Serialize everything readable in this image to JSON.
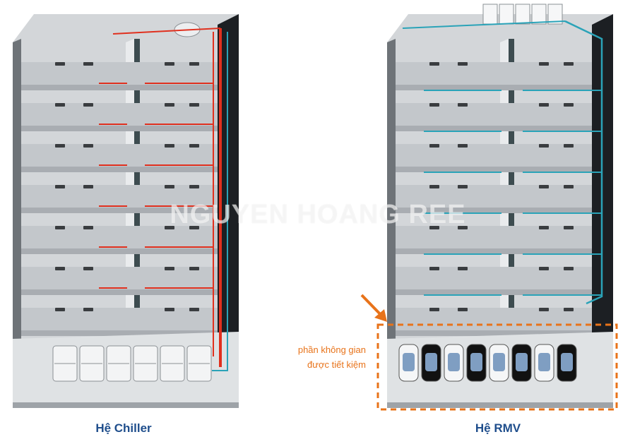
{
  "left_caption": "Hệ Chiller",
  "right_caption": "Hệ RMV",
  "saved_space_note": [
    "phần không gian",
    "được tiết kiệm"
  ],
  "watermark": "NGUYEN HOANG REE",
  "colors": {
    "chiller_supply_pipe": "#e0301e",
    "cooling_pipe": "#2aa3b8",
    "highlight": "#e8731a",
    "caption": "#1f4e8c",
    "floor_slab": "#a9adb2",
    "wall_dark": "#1c1f23"
  },
  "left_building": {
    "floors": 7,
    "chiller_units": 6
  },
  "right_building": {
    "floors": 7,
    "outdoor_units": 5,
    "cars_parked": 8
  },
  "icons": [
    "cooling-tower-icon",
    "arrow-icon",
    "car-icon",
    "indoor-unit-icon"
  ]
}
